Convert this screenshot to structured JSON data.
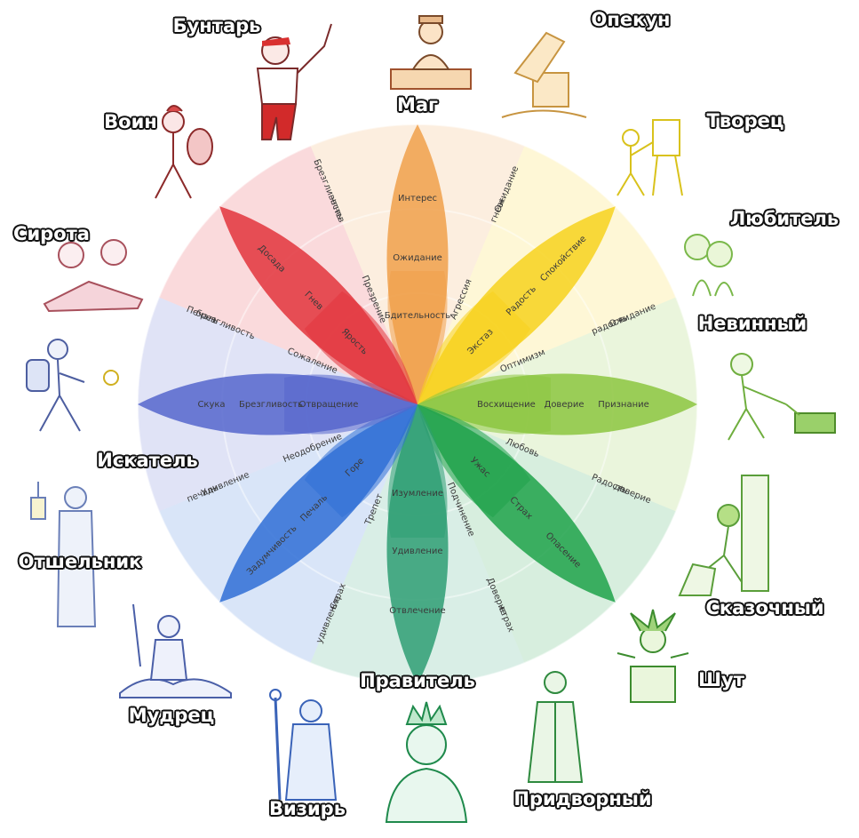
{
  "wheel": {
    "petals": [
      {
        "id": "orange",
        "color": "#f0a04b",
        "outer": "Интерес",
        "middle": "Ожидание",
        "core": "Бдительность"
      },
      {
        "id": "yellow",
        "color": "#f7d21d",
        "outer": "Спокойствие",
        "middle": "Радость",
        "core": "Экстаз"
      },
      {
        "id": "lightgreen",
        "color": "#8cc63f",
        "outer": "Признание",
        "middle": "Доверие",
        "core": "Восхищение"
      },
      {
        "id": "green",
        "color": "#1fa24a",
        "outer": "Опасение",
        "middle": "Страх",
        "core": "Ужас"
      },
      {
        "id": "teal",
        "color": "#2e9e73",
        "outer": "Отвлечение",
        "middle": "Удивление",
        "core": "Изумление"
      },
      {
        "id": "blue",
        "color": "#2f6fd6",
        "outer": "Задумчивость",
        "middle": "Печаль",
        "core": "Горе"
      },
      {
        "id": "violet",
        "color": "#5566cc",
        "outer": "Скука",
        "middle": "Брезгливость",
        "core": "Отвращение"
      },
      {
        "id": "red",
        "color": "#e2343c",
        "outer": "Досада",
        "middle": "Гнев",
        "core": "Ярость"
      }
    ],
    "dyads": [
      "Агрессия",
      "Оптимизм",
      "Любовь",
      "Подчинение",
      "Трепет",
      "Неодобрение",
      "Сожаление",
      "Презрение"
    ],
    "combos": [
      {
        "a": "Ожидание",
        "b": "гнев"
      },
      {
        "a": "Ожидание",
        "b": "радость"
      },
      {
        "a": "Радость",
        "b": "доверие"
      },
      {
        "a": "Доверие",
        "b": "страх"
      },
      {
        "a": "Страх",
        "b": "удивление"
      },
      {
        "a": "Удивление",
        "b": "печаль"
      },
      {
        "a": "Печаль",
        "b": "брезгливость"
      },
      {
        "a": "Брезгливость",
        "b": "гнев"
      }
    ],
    "plus": "+"
  },
  "archetypes": {
    "mag": "Маг",
    "opekun": "Опекун",
    "tvorets": "Творец",
    "lyubitel": "Любитель",
    "nevinny": "Невинный",
    "skazochny": "Сказочный",
    "shut": "Шут",
    "pridvorny": "Придворный",
    "pravitel": "Правитель",
    "vizir": "Визирь",
    "mudrets": "Мудрец",
    "otshelnik": "Отшельник",
    "iskatel": "Искатель",
    "sirota": "Сирота",
    "voin": "Воин",
    "buntar": "Бунтарь"
  },
  "colors": {
    "outline": "#111111"
  }
}
